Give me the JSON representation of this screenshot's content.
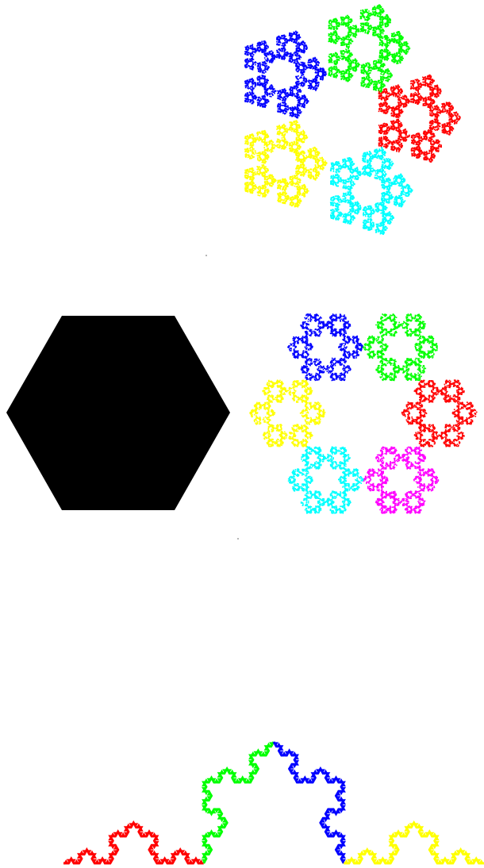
{
  "palette": {
    "red": "#ff0000",
    "green": "#00ff00",
    "blue": "#0000ff",
    "yellow": "#ffff00",
    "cyan": "#00ffff",
    "magenta": "#ff00ff",
    "black": "#000000",
    "white": "#ffffff"
  },
  "figures": {
    "pentagon_chaos_game": {
      "sides": 5,
      "regions": [
        "red",
        "green",
        "blue",
        "yellow",
        "cyan"
      ],
      "contraction_ratio": 0.38
    },
    "hexagon_black": {
      "sides": 6,
      "fill": "black"
    },
    "hexagon_chaos_game": {
      "sides": 6,
      "regions": [
        "red",
        "green",
        "blue",
        "yellow",
        "cyan",
        "magenta"
      ],
      "contraction_ratio": 0.333
    },
    "koch_curve": {
      "iterations": 4,
      "segments": [
        "red",
        "green",
        "blue",
        "yellow"
      ]
    }
  }
}
